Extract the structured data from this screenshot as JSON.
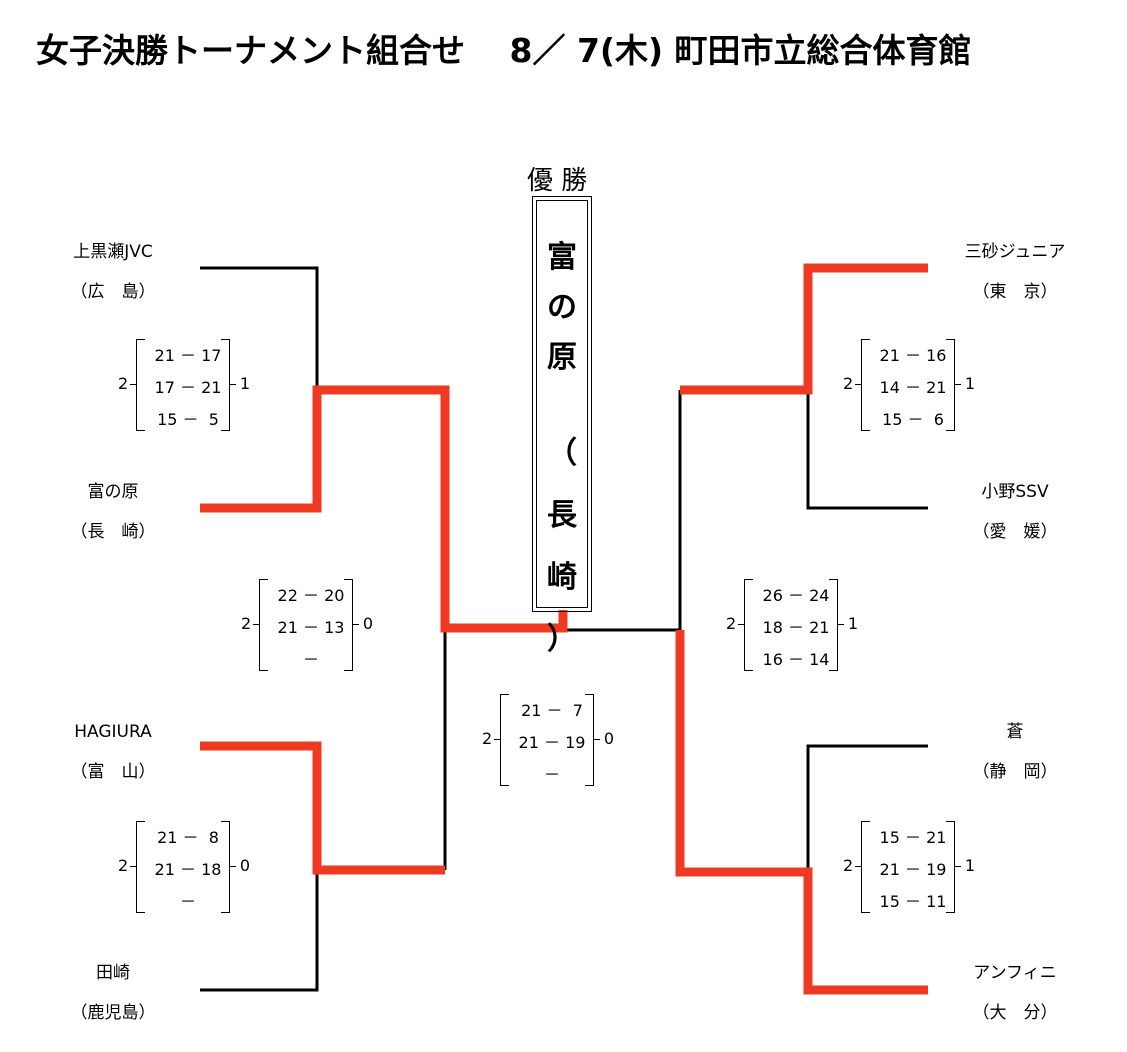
{
  "title": "女子決勝トーナメント組合せ　 8／ 7(木) 町田市立総合体育館",
  "champion": {
    "label": "優 勝",
    "name": "富の原",
    "region": "（長　崎）"
  },
  "colors": {
    "winner_line": "#EE3A22",
    "line": "#000000"
  },
  "teams": {
    "left": [
      {
        "name": "上黒瀬JVC",
        "region": "（広　島）"
      },
      {
        "name": "富の原",
        "region": "（長　崎）"
      },
      {
        "name": "HAGIURA",
        "region": "（富　山）"
      },
      {
        "name": "田崎",
        "region": "（鹿児島）"
      }
    ],
    "right": [
      {
        "name": "三砂ジュニア",
        "region": "（東　京）"
      },
      {
        "name": "小野SSV",
        "region": "（愛　媛）"
      },
      {
        "name": "蒼",
        "region": "（静　岡）"
      },
      {
        "name": "アンフィニ",
        "region": "（大　分）"
      }
    ]
  },
  "matches": [
    {
      "id": "qf-left-1",
      "left": "2",
      "right": "1",
      "sets": [
        "21 － 17",
        "17 － 21",
        "15 －  5"
      ]
    },
    {
      "id": "qf-left-2",
      "left": "2",
      "right": "0",
      "sets": [
        "21 －  8",
        "21 － 18",
        "－"
      ]
    },
    {
      "id": "sf-left",
      "left": "2",
      "right": "0",
      "sets": [
        "22 － 20",
        "21 － 13",
        "－"
      ]
    },
    {
      "id": "final",
      "left": "2",
      "right": "0",
      "sets": [
        "21 －  7",
        "21 － 19",
        "－"
      ]
    },
    {
      "id": "sf-right",
      "left": "2",
      "right": "1",
      "sets": [
        "26 － 24",
        "18 － 21",
        "16 － 14"
      ]
    },
    {
      "id": "qf-right-1",
      "left": "2",
      "right": "1",
      "sets": [
        "21 － 16",
        "14 － 21",
        "15 －  6"
      ]
    },
    {
      "id": "qf-right-2",
      "left": "2",
      "right": "1",
      "sets": [
        "15 － 21",
        "21 － 19",
        "15 － 11"
      ]
    }
  ]
}
